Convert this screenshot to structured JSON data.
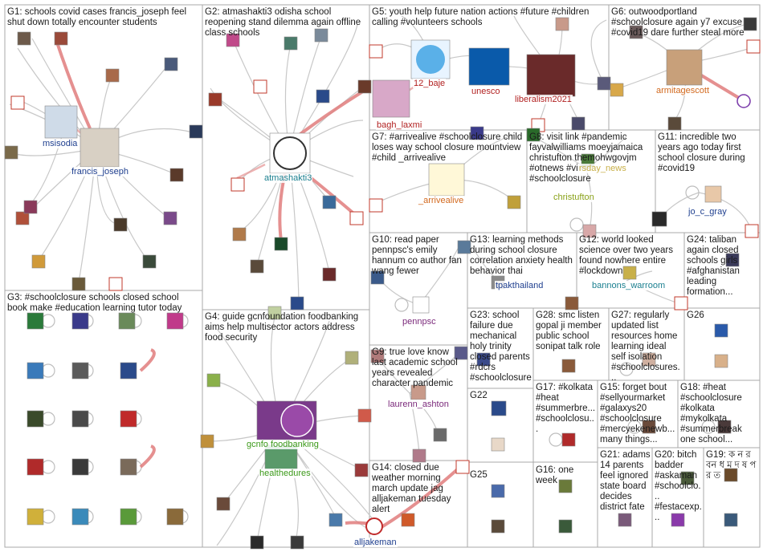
{
  "colors": {
    "box_border": "#a9a9a9",
    "edge": "#c8c8c8",
    "edge_heavy": "#e07c7c",
    "label_blue": "#1f3f8f",
    "label_red": "#b22222",
    "label_orange": "#d2691e",
    "label_green": "#3c9a1a",
    "label_purple": "#7b2a7b",
    "label_teal": "#1a7f8f",
    "label_olive": "#8aa21a"
  },
  "groups": {
    "g1": "G1: schools covid cases francis_joseph feel shut down totally encounter students",
    "g2": "G2: atmashakti3 odisha school reopening stand dilemma again offline class schools",
    "g3": "G3: #schoolclosure schools closed school book make #education learning tutor today",
    "g4": "G4: guide gcnfoundation foodbanking aims help multisector actors address food security",
    "g5": "G5: youth help future nation actions #future #children calling #volunteers schools",
    "g6": "G6: outwoodportland #schoolclosure again y7 excuse #covid19 dare further steal more",
    "g7": "G7: #arrivealive #schoolclosure child loses way school closure mountview #child _arrivealive",
    "g8": "G8: visit link #pandemic fayvalwilliams moeyjamaica christufton themohwgovjm #otnews #virus #schoolclosure",
    "g9": "G9: true love know last academic school years revealed character pandemic",
    "g10": "G10: read paper pennpsc's emily hannum co author fan wang fewer",
    "g11": "G11: incredible two years ago today first school closure during #covid19",
    "g12": "G12: world looked science over two years found nowhere entire #lockdown",
    "g13": "G13: learning methods during school closure correlation anxiety health behavior thai",
    "g14": "G14: closed due weather morning march update jag alljakeman tuesday alert",
    "g15": "G15: forget bout #sellyourmarket #galaxys20 #schoolclosure #mercyekenewb... many things...",
    "g16": "G16: one week",
    "g17": "G17: #kolkata #heat #summerbre... #schoolclosu...",
    "g18": "G18: #heat #schoolclosure #kolkata #mykolkata #summerbreak one school...",
    "g19": "G19: ক ন র বন ধ ম দ ষ প র ত",
    "g20": "G20: bitch badder #askaman #schoolclo... #festacexp...",
    "g21": "G21: adams 14 parents feel ignored state board decides district fate",
    "g22": "G22",
    "g23": "G23: school failure due mechanical holy trinity closed parents #rdcrs #schoolclosure",
    "g24": "G24: taliban again closed schools girls #afghanistan leading formation...",
    "g25": "G25",
    "g26": "G26",
    "g27": "G27: regularly updated list resources home learning ideal self isolation #schoolclosures...",
    "g28": "G28: smc listen gopal ji member public school sonipat talk role"
  },
  "labels": {
    "francis_joseph": "francis_joseph",
    "msisodia": "msisodia",
    "atmashakti3": "atmashakti3",
    "b12_baje": "12_baje",
    "unesco": "unesco",
    "liberalism2021": "liberalism2021",
    "bagh_laxmi": "bagh_laxmi",
    "armitagescott": "armitagescott",
    "arrivealive": "_arrivealive",
    "rsday_news": "rsday_news",
    "christufton": "christufton",
    "jo_c_gray": "jo_c_gray",
    "pennpsc": "pennpsc",
    "tpakthailand": "tpakthailand",
    "bannons_warroom": "bannons_warroom",
    "laurenn_ashton": "laurenn_ashton",
    "gcnfo_foodbanking": "gcnfo foodbanking",
    "healthedures": "healthedures",
    "alljakeman": "alljakeman"
  }
}
